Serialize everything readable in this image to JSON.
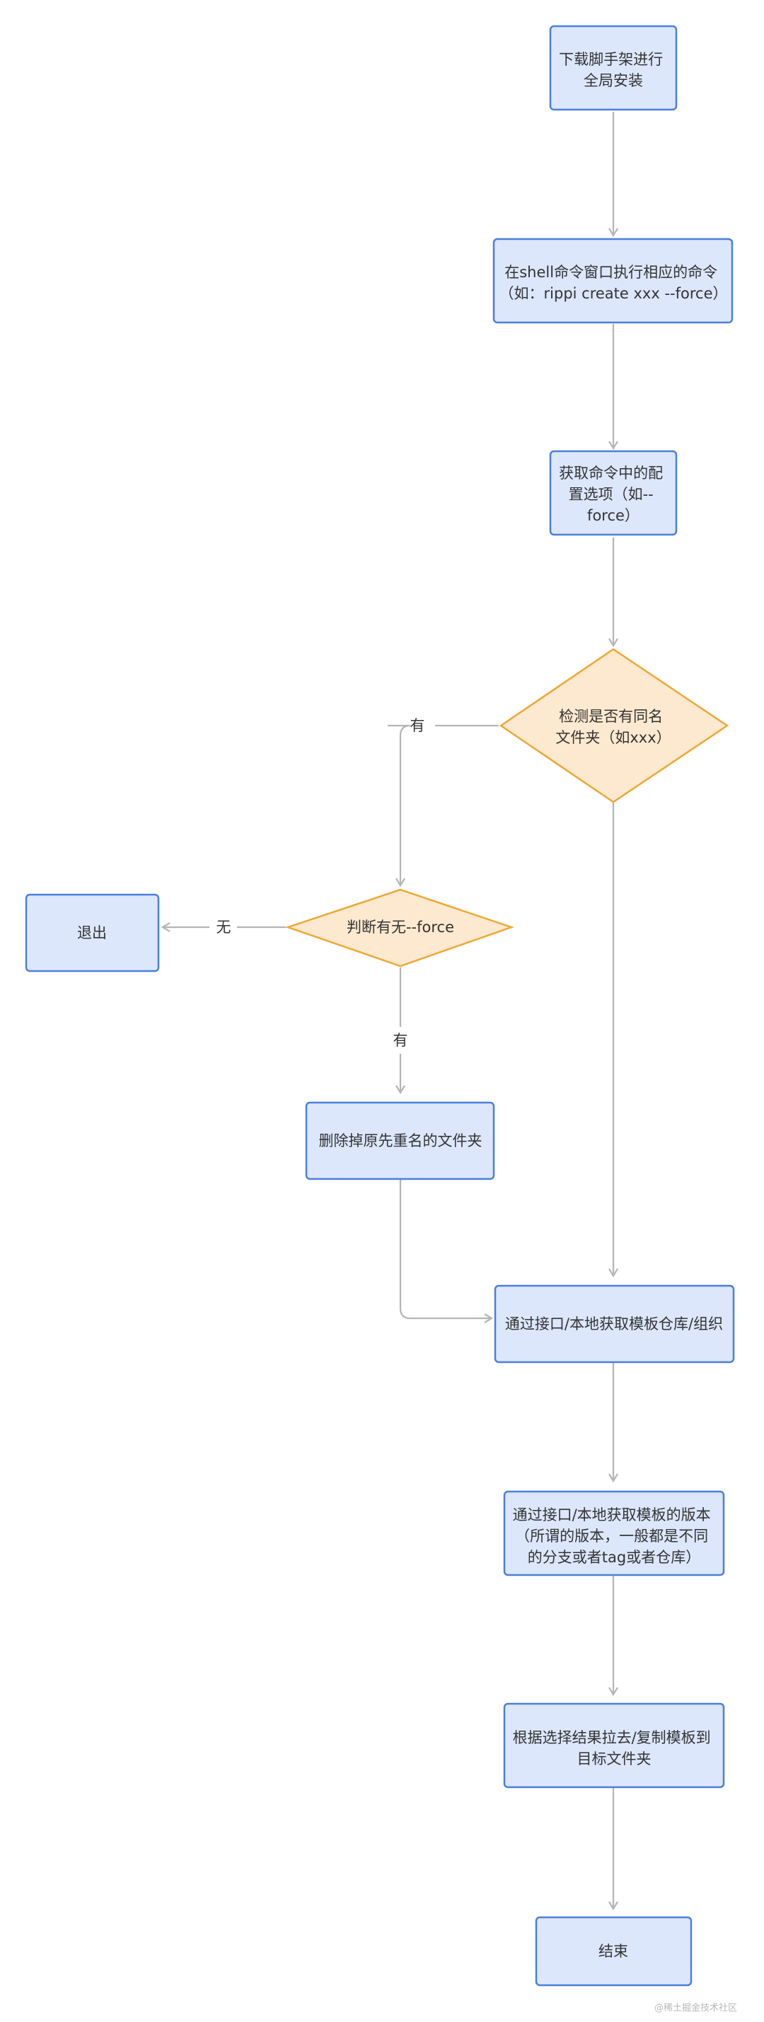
{
  "nodes": {
    "install": {
      "lines": [
        "下载脚手架进行",
        "全局安装"
      ]
    },
    "run_cmd": {
      "lines": [
        "在shell命令窗口执行相应的命令",
        "（如：rippi create xxx --force）"
      ]
    },
    "get_options": {
      "lines": [
        "获取命令中的配",
        "置选项（如--",
        "force）"
      ]
    },
    "check_folder": {
      "lines": [
        "检测是否有同名",
        "文件夹（如xxx）"
      ]
    },
    "check_force": {
      "lines": [
        "判断有无--force"
      ]
    },
    "exit": {
      "lines": [
        "退出"
      ]
    },
    "delete_folder": {
      "lines": [
        "删除掉原先重名的文件夹"
      ]
    },
    "get_repo": {
      "lines": [
        "通过接口/本地获取模板仓库/组织"
      ]
    },
    "get_version": {
      "lines": [
        "通过接口/本地获取模板的版本",
        "（所谓的版本，一般都是不同",
        "的分支或者tag或者仓库）"
      ]
    },
    "copy_template": {
      "lines": [
        "根据选择结果拉去/复制模板到",
        "目标文件夹"
      ]
    },
    "end": {
      "lines": [
        "结束"
      ]
    }
  },
  "edge_labels": {
    "has_folder": "有",
    "no_force": "无",
    "has_force": "有"
  },
  "watermark": "@稀土掘金技术社区",
  "colors": {
    "process_fill": "#dce7fb",
    "process_stroke": "#4a7fe0",
    "decision_fill": "#fde9cf",
    "decision_stroke": "#f0a732",
    "edge": "#b5b5b5"
  }
}
